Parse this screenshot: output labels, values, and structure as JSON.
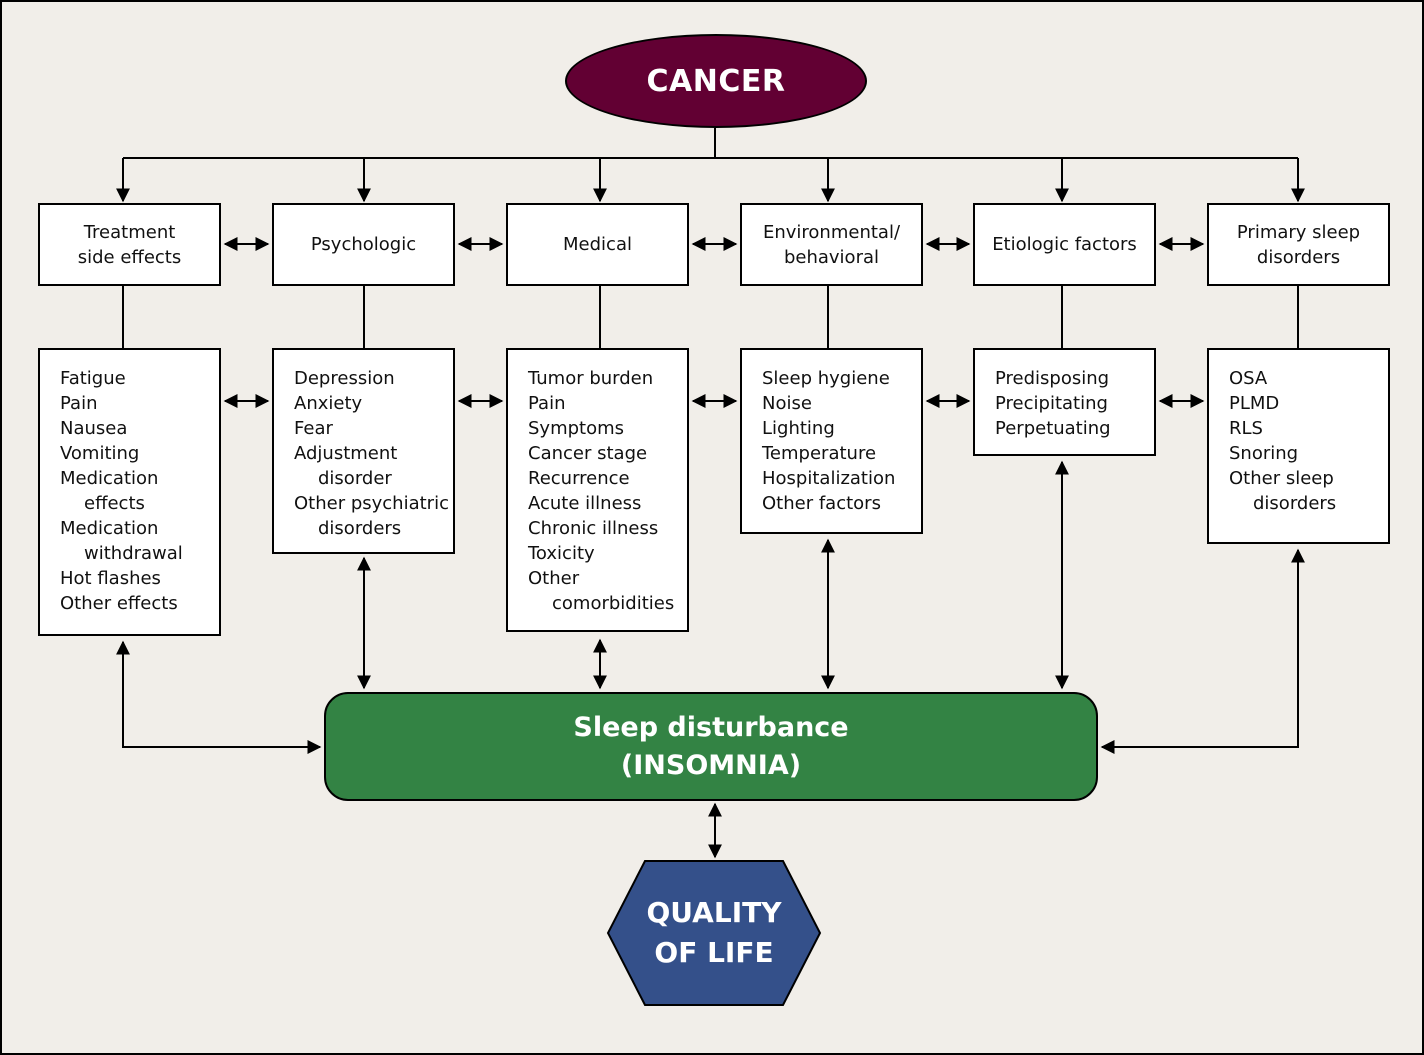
{
  "title_node": {
    "label": "CANCER",
    "color": "#620033"
  },
  "categories": [
    {
      "label": "Treatment\nside effects",
      "items": [
        {
          "text": "Fatigue",
          "indent": false
        },
        {
          "text": "Pain",
          "indent": false
        },
        {
          "text": "Nausea",
          "indent": false
        },
        {
          "text": "Vomiting",
          "indent": false
        },
        {
          "text": "Medication",
          "indent": false
        },
        {
          "text": "effects",
          "indent": true
        },
        {
          "text": "Medication",
          "indent": false
        },
        {
          "text": "withdrawal",
          "indent": true
        },
        {
          "text": "Hot flashes",
          "indent": false
        },
        {
          "text": "Other effects",
          "indent": false
        }
      ]
    },
    {
      "label": "Psychologic",
      "items": [
        {
          "text": "Depression",
          "indent": false
        },
        {
          "text": "Anxiety",
          "indent": false
        },
        {
          "text": "Fear",
          "indent": false
        },
        {
          "text": "Adjustment",
          "indent": false
        },
        {
          "text": "disorder",
          "indent": true
        },
        {
          "text": "Other psychiatric",
          "indent": false
        },
        {
          "text": "disorders",
          "indent": true
        }
      ]
    },
    {
      "label": "Medical",
      "items": [
        {
          "text": "Tumor burden",
          "indent": false
        },
        {
          "text": "Pain",
          "indent": false
        },
        {
          "text": "Symptoms",
          "indent": false
        },
        {
          "text": "Cancer stage",
          "indent": false
        },
        {
          "text": "Recurrence",
          "indent": false
        },
        {
          "text": "Acute illness",
          "indent": false
        },
        {
          "text": "Chronic illness",
          "indent": false
        },
        {
          "text": "Toxicity",
          "indent": false
        },
        {
          "text": "Other",
          "indent": false
        },
        {
          "text": "comorbidities",
          "indent": true
        }
      ]
    },
    {
      "label": "Environmental/\nbehavioral",
      "items": [
        {
          "text": "Sleep hygiene",
          "indent": false
        },
        {
          "text": "Noise",
          "indent": false
        },
        {
          "text": "Lighting",
          "indent": false
        },
        {
          "text": "Temperature",
          "indent": false
        },
        {
          "text": "Hospitalization",
          "indent": false
        },
        {
          "text": "Other factors",
          "indent": false
        }
      ]
    },
    {
      "label": "Etiologic factors",
      "items": [
        {
          "text": "Predisposing",
          "indent": false
        },
        {
          "text": "Precipitating",
          "indent": false
        },
        {
          "text": "Perpetuating",
          "indent": false
        }
      ]
    },
    {
      "label": "Primary sleep\ndisorders",
      "items": [
        {
          "text": "OSA",
          "indent": false
        },
        {
          "text": "PLMD",
          "indent": false
        },
        {
          "text": "RLS",
          "indent": false
        },
        {
          "text": "Snoring",
          "indent": false
        },
        {
          "text": "Other sleep",
          "indent": false
        },
        {
          "text": "disorders",
          "indent": true
        }
      ]
    }
  ],
  "outcome_node": {
    "line1": "Sleep disturbance",
    "line2": "(INSOMNIA)",
    "color": "#338344"
  },
  "final_node": {
    "line1": "QUALITY",
    "line2": "OF LIFE",
    "color": "#34508a"
  }
}
